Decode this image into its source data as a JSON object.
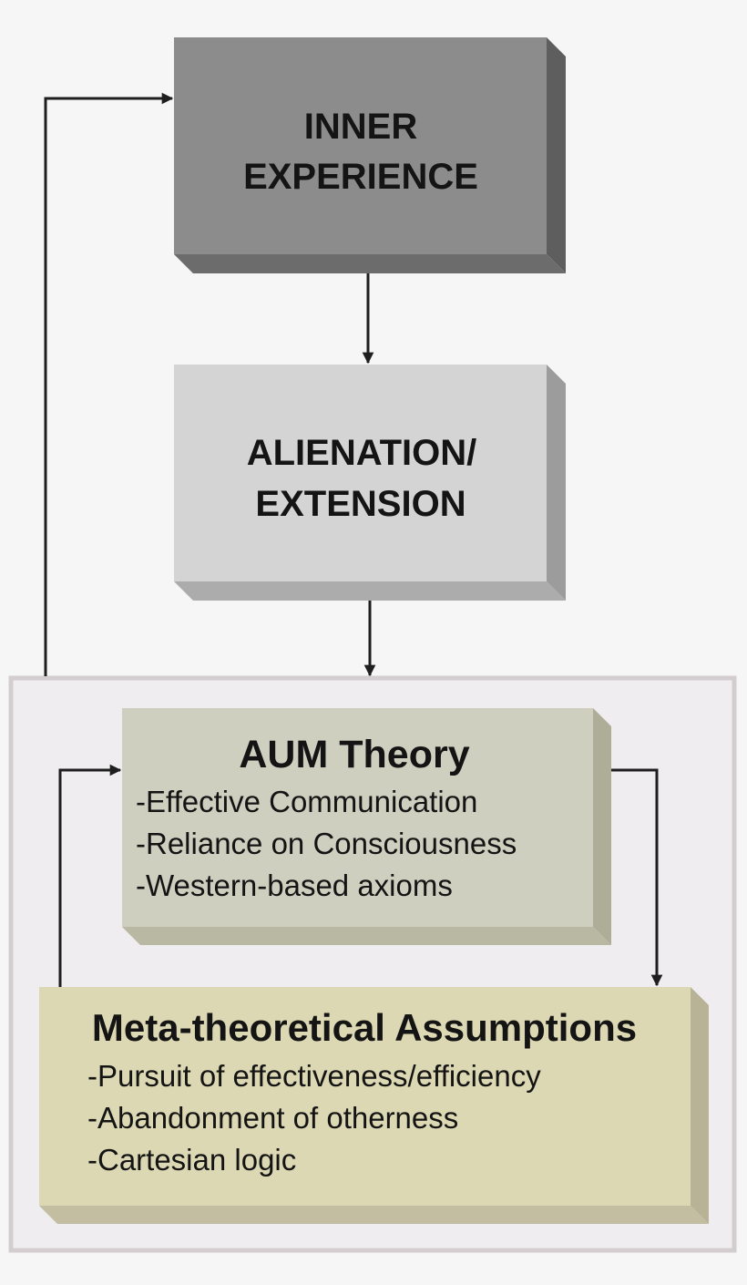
{
  "inner_box": {
    "line1": "INNER",
    "line2": "EXPERIENCE"
  },
  "alienation_box": {
    "line1": "ALIENATION/",
    "line2": "EXTENSION"
  },
  "aum_box": {
    "title": "AUM Theory",
    "items": [
      "-Effective Communication",
      "-Reliance on Consciousness",
      "-Western-based axioms"
    ]
  },
  "meta_box": {
    "title": "Meta-theoretical Assumptions",
    "items": [
      "-Pursuit of effectiveness/efficiency",
      "-Abandonment of otherness",
      "-Cartesian logic"
    ]
  },
  "colors": {
    "background": "#f6f6f6",
    "inner_face": "#8c8c8c",
    "inner_side": "#5e5e5e",
    "inner_bottom": "#6c6c6c",
    "alienation_face": "#d4d4d4",
    "alienation_side": "#9c9c9c",
    "alienation_bottom": "#acacac",
    "aum_face": "#cfcfc0",
    "aum_side": "#adad98",
    "aum_bottom": "#b8b8a3",
    "meta_face": "#ddd8b4",
    "meta_side": "#b8b396",
    "meta_bottom": "#c3bea1",
    "frame_fill": "#efedef",
    "frame_border": "#d3cdd0",
    "arrow": "#1e1e1e"
  }
}
